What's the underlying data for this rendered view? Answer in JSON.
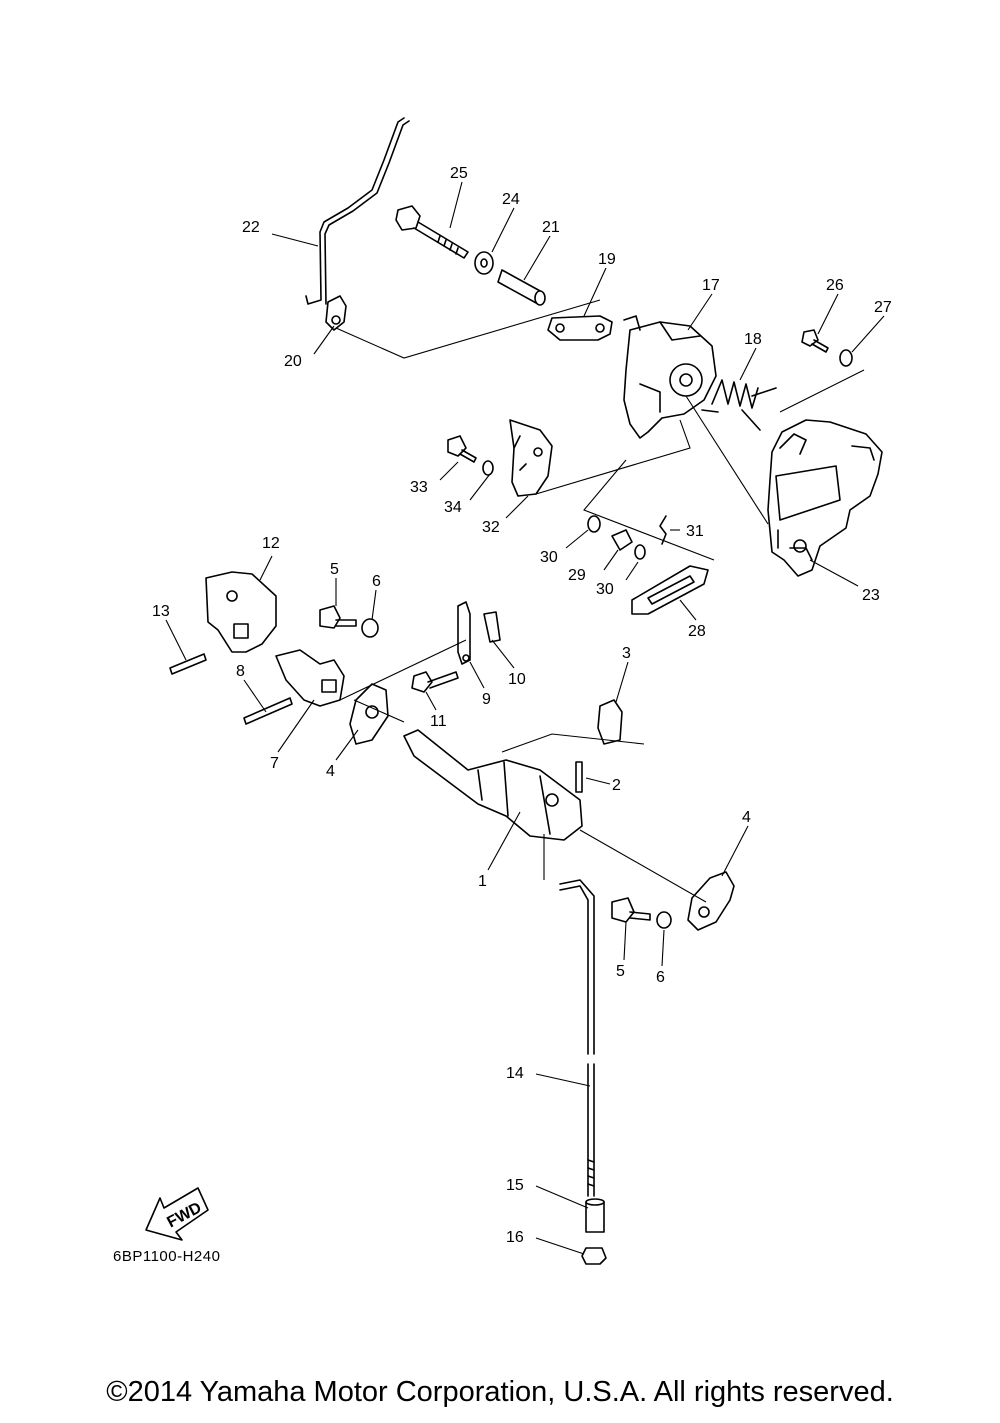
{
  "diagram": {
    "code": "6BP1100-H240",
    "fwd_label": "FWD",
    "copyright": "©2014 Yamaha Motor Corporation, U.S.A. All rights reserved.",
    "callouts": [
      "1",
      "2",
      "3",
      "4",
      "4",
      "5",
      "5",
      "6",
      "6",
      "7",
      "8",
      "9",
      "10",
      "11",
      "12",
      "13",
      "14",
      "15",
      "16",
      "17",
      "18",
      "19",
      "20",
      "21",
      "22",
      "23",
      "24",
      "25",
      "26",
      "27",
      "28",
      "29",
      "30",
      "30",
      "31",
      "32",
      "33",
      "34"
    ]
  }
}
